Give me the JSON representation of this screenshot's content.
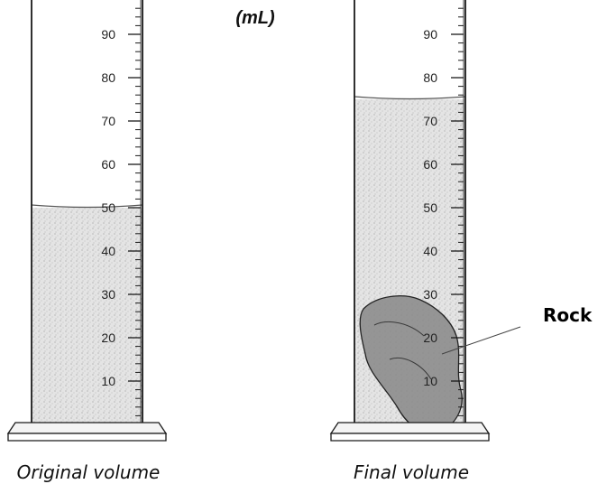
{
  "unit_label": "(mL)",
  "scale": {
    "min": 0,
    "max": 100,
    "major_step": 10,
    "minor_per_major": 5,
    "labels": [
      "10",
      "20",
      "30",
      "40",
      "50",
      "60",
      "70",
      "80",
      "90"
    ]
  },
  "cylinders": [
    {
      "id": "original",
      "caption": "Original volume",
      "water_level": 50,
      "has_rock": false
    },
    {
      "id": "final",
      "caption": "Final volume",
      "water_level": 75,
      "has_rock": true
    }
  ],
  "rock_label": "Rock",
  "colors": {
    "outline": "#1a1a1a",
    "water": "#d9d9d9",
    "rock": "#8c8c8c",
    "meniscus": "#555555"
  }
}
